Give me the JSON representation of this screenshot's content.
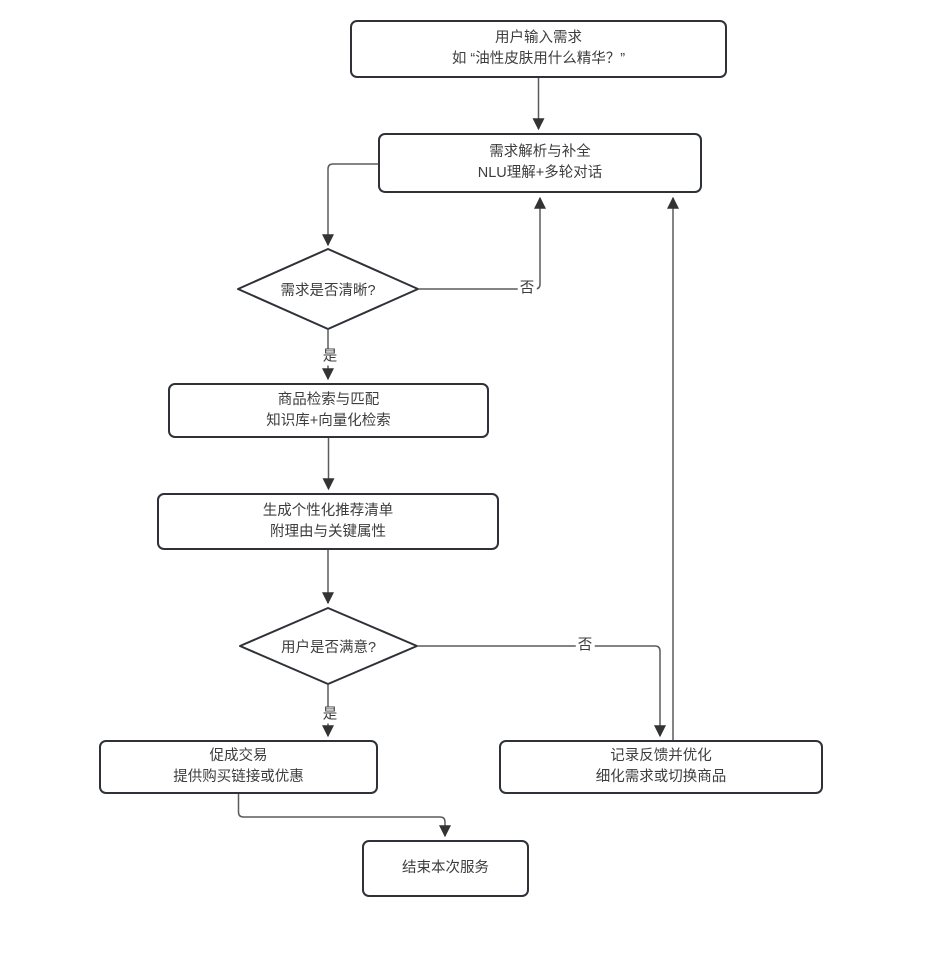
{
  "diagram": {
    "colors": {
      "background": "#ffffff",
      "node_border": "#2e3238",
      "connector": "#5b5b5b",
      "arrow": "#333333",
      "text": "#3d3d3d"
    },
    "nodes": {
      "user_input": {
        "line1": "用户输入需求",
        "line2": "如 “油性皮肤用什么精华？”"
      },
      "parse_requirements": {
        "line1": "需求解析与补全",
        "line2": "NLU理解+多轮对话"
      },
      "is_requirement_clear": {
        "label": "需求是否清晰?"
      },
      "product_search": {
        "line1": "商品检索与匹配",
        "line2": "知识库+向量化检索"
      },
      "generate_recommendations": {
        "line1": "生成个性化推荐清单",
        "line2": "附理由与关键属性"
      },
      "is_user_satisfied": {
        "label": "用户是否满意?"
      },
      "close_deal": {
        "line1": "促成交易",
        "line2": "提供购买链接或优惠"
      },
      "record_feedback": {
        "line1": "记录反馈并优化",
        "line2": "细化需求或切换商品"
      },
      "end_service": {
        "line1": "结束本次服务"
      }
    },
    "edge_labels": {
      "clear_no": "否",
      "clear_yes": "是",
      "satisfied_no": "否",
      "satisfied_yes": "是"
    }
  }
}
